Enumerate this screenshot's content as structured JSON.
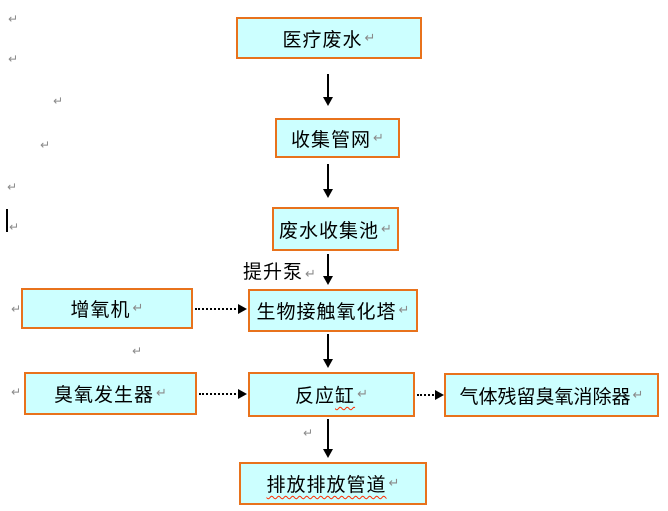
{
  "flowchart": {
    "boxes": {
      "medical_wastewater": "医疗废水",
      "collection_network": "收集管网",
      "wastewater_pool": "废水收集池",
      "aerator": "增氧机",
      "bio_tower": "生物接触氧化塔",
      "ozone_generator": "臭氧发生器",
      "reaction_tank_plain": "反应",
      "reaction_tank_flagged": "缸",
      "gas_ozone_eliminator": "气体残留臭氧消除器",
      "discharge_pipe_flagged": "排放排放管道"
    },
    "pump_label": "提升泵",
    "paragraph_mark": "↵",
    "colors": {
      "box_fill": "#ccffff",
      "box_border": "#e8721c",
      "arrow": "#000000",
      "paragraph_mark_gray": "#8a8a8a",
      "spellcheck_red": "#ff2a00"
    }
  }
}
